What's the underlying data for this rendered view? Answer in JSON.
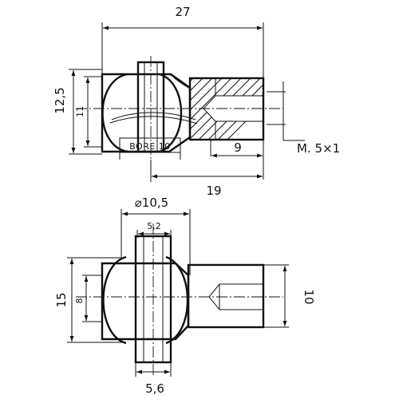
{
  "top_view": {
    "dim_overall_length": "27",
    "dim_height_outer": "12,5",
    "dim_height_inner": "11",
    "bore_label": "BORE 10",
    "dim_thread_length": "9",
    "thread_label": "M. 5×1",
    "dim_center_to_end": "19"
  },
  "bottom_view": {
    "dim_ball_diameter": "⌀10,5",
    "dim_slot_width": "5,2",
    "dim_height_outer": "15",
    "dim_height_inner": "8",
    "dim_shank_height": "10",
    "dim_pin_width": "5,6"
  },
  "colors": {
    "line": "#111111",
    "background": "#ffffff"
  }
}
